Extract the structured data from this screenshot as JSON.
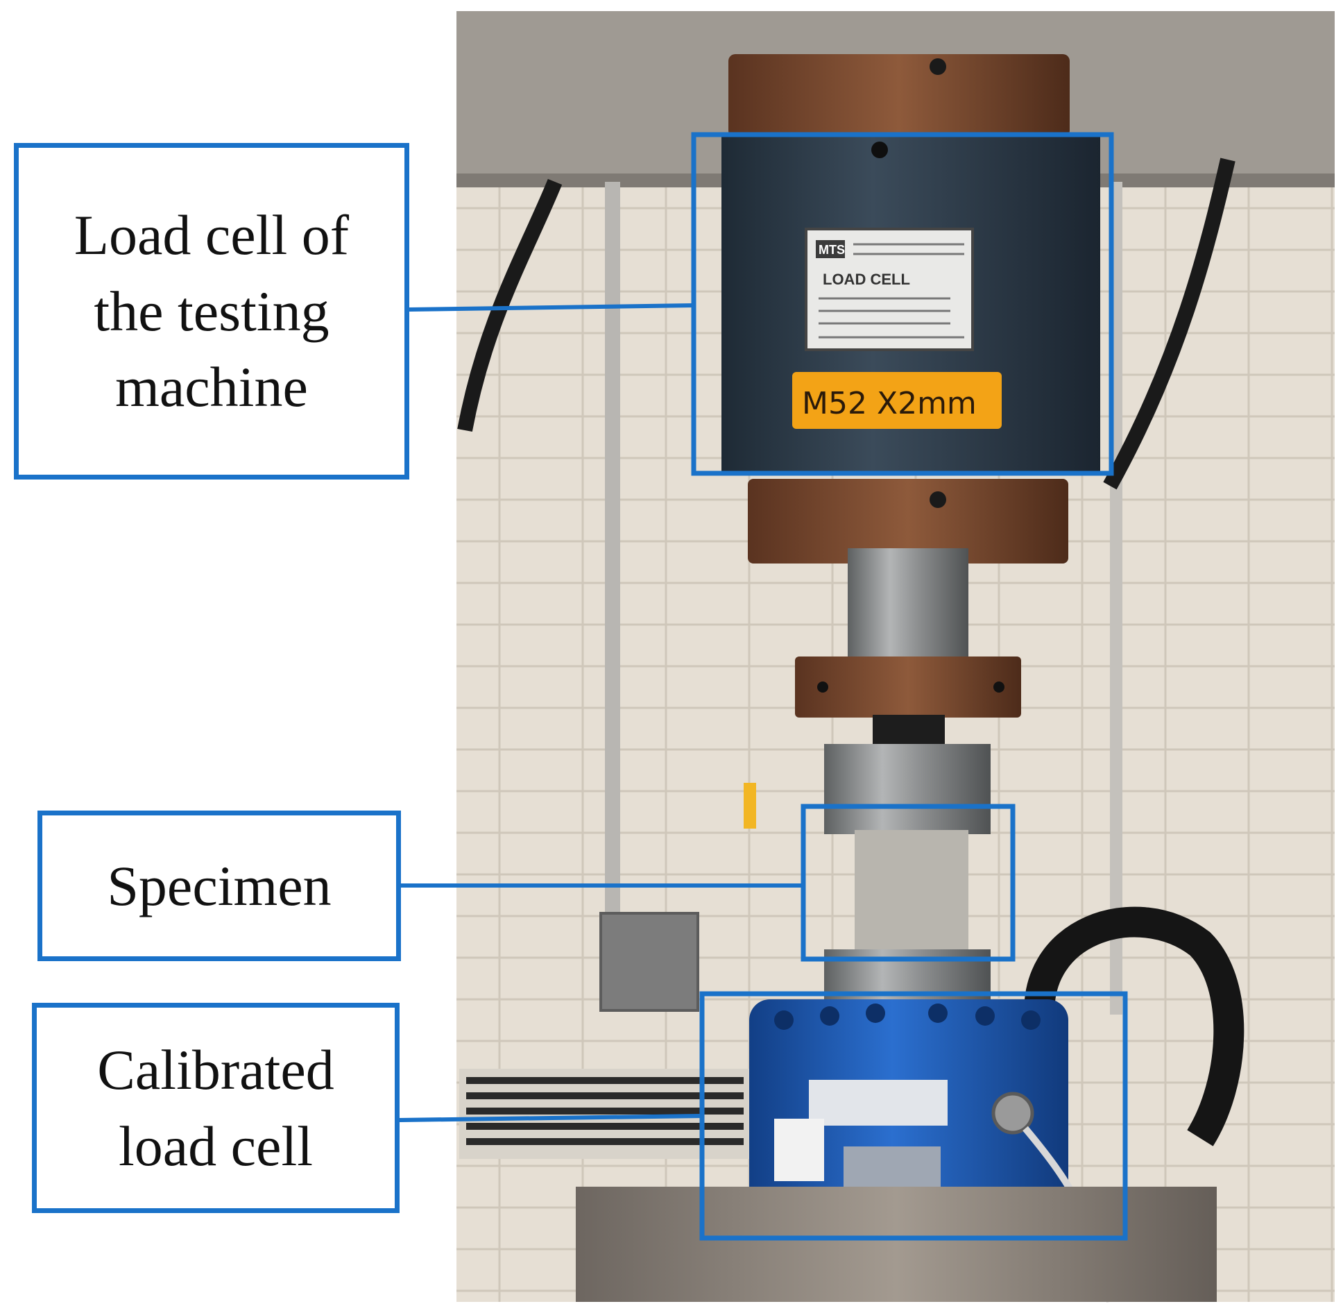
{
  "colors": {
    "annotation_blue": "#1a72c9",
    "wall_tile": "#e4ddd2",
    "steel": "#8d8f90",
    "rust": "#7b4a2d",
    "upper_load_cell": "#2f3e4c",
    "lower_load_cell": "#1f5fb6",
    "tape": "#f3a316"
  },
  "labels": {
    "machine_load_cell": "Load cell of\nthe testing\nmachine",
    "specimen": "Specimen",
    "calibrated_load_cell": "Calibrated\nload cell"
  },
  "photo_text": {
    "tape_label": "M52 X2mm",
    "nameplate_brand": "MTS",
    "nameplate_title": "LOAD CELL"
  },
  "icons": {
    "annotation_style": "blue-outline-rectangle",
    "leader_line": "straight-connector"
  }
}
